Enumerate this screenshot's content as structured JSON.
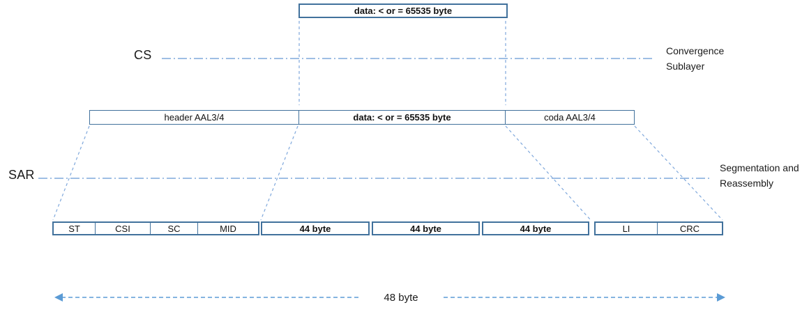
{
  "diagram": {
    "type": "AAL3/4 segmentation diagram",
    "cs_layer": {
      "label": "CS",
      "name": "Convergence Sublayer"
    },
    "sar_layer": {
      "label": "SAR",
      "name": "Segmentation and Reassembly"
    },
    "top_box": {
      "label": "data: < or = 65535 byte"
    },
    "middle_row": {
      "header": "header AAL3/4",
      "data": "data: < or = 65535 byte",
      "trailer": "coda AAL3/4"
    },
    "bottom_row": {
      "header_cells": [
        "ST",
        "CSI",
        "SC",
        "MID"
      ],
      "payload_cells": [
        "44 byte",
        "44 byte",
        "44 byte"
      ],
      "trailer_cells": [
        "LI",
        "CRC"
      ]
    },
    "footer": {
      "total_label": "48 byte"
    },
    "colors": {
      "box_border": "#41719C",
      "dash_line": "#7FA8DC",
      "arrow": "#5B9BD5",
      "text": "#1a1a1a"
    }
  }
}
